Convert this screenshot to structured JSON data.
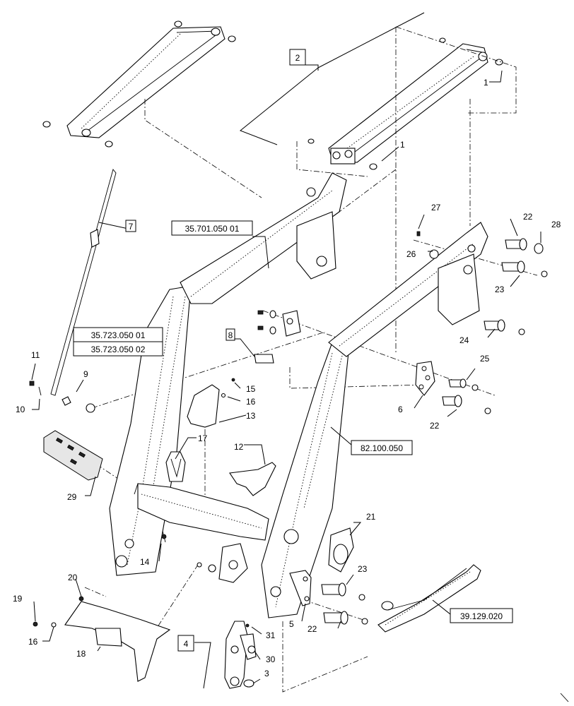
{
  "callouts": [
    {
      "key": "c1a",
      "text": "1"
    },
    {
      "key": "c1b",
      "text": "1"
    },
    {
      "key": "c2",
      "text": "2"
    },
    {
      "key": "c3",
      "text": "3"
    },
    {
      "key": "c4",
      "text": "4"
    },
    {
      "key": "c5",
      "text": "5"
    },
    {
      "key": "c6",
      "text": "6"
    },
    {
      "key": "c7",
      "text": "7"
    },
    {
      "key": "c8",
      "text": "8"
    },
    {
      "key": "c9",
      "text": "9"
    },
    {
      "key": "c10",
      "text": "10"
    },
    {
      "key": "c11",
      "text": "11"
    },
    {
      "key": "c12",
      "text": "12"
    },
    {
      "key": "c13",
      "text": "13"
    },
    {
      "key": "c14",
      "text": "14"
    },
    {
      "key": "c15",
      "text": "15"
    },
    {
      "key": "c16a",
      "text": "16"
    },
    {
      "key": "c16b",
      "text": "16"
    },
    {
      "key": "c17",
      "text": "17"
    },
    {
      "key": "c18",
      "text": "18"
    },
    {
      "key": "c19",
      "text": "19"
    },
    {
      "key": "c20",
      "text": "20"
    },
    {
      "key": "c21",
      "text": "21"
    },
    {
      "key": "c22a",
      "text": "22"
    },
    {
      "key": "c22b",
      "text": "22"
    },
    {
      "key": "c22c",
      "text": "22"
    },
    {
      "key": "c23a",
      "text": "23"
    },
    {
      "key": "c23b",
      "text": "23"
    },
    {
      "key": "c24",
      "text": "24"
    },
    {
      "key": "c25",
      "text": "25"
    },
    {
      "key": "c26",
      "text": "26"
    },
    {
      "key": "c27",
      "text": "27"
    },
    {
      "key": "c28",
      "text": "28"
    },
    {
      "key": "c29",
      "text": "29"
    },
    {
      "key": "c30",
      "text": "30"
    },
    {
      "key": "c31",
      "text": "31"
    }
  ],
  "references": [
    {
      "key": "r1",
      "text": "35.701.050 01"
    },
    {
      "key": "r2",
      "text": "35.723.050 01"
    },
    {
      "key": "r3",
      "text": "35.723.050 02"
    },
    {
      "key": "r4",
      "text": "82.100.050"
    },
    {
      "key": "r5",
      "text": "39.129.020"
    }
  ]
}
